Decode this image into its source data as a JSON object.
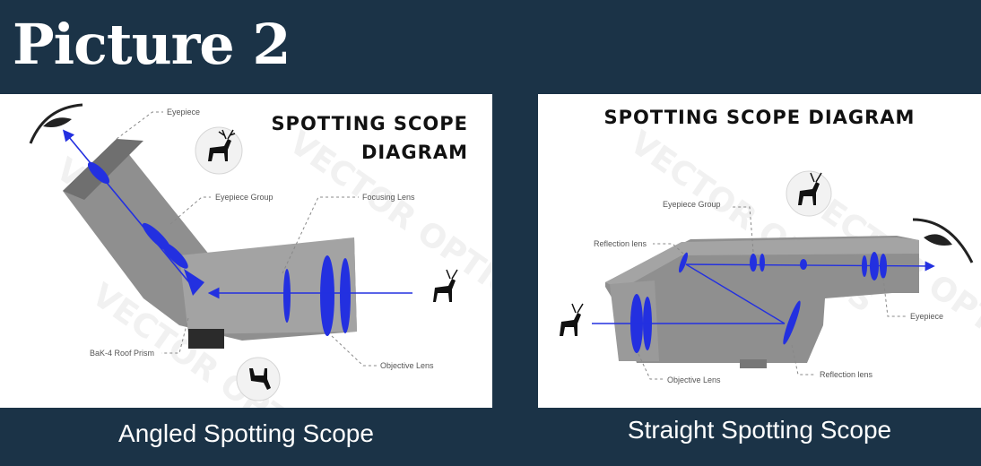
{
  "heading": "Picture 2",
  "left_panel": {
    "title_line1": "SPOTTING SCOPE",
    "title_line2": "DIAGRAM",
    "caption": "Angled Spotting Scope",
    "callouts": {
      "eyepiece": "Eyepiece",
      "eyepiece_group": "Eyepiece Group",
      "focusing_lens": "Focusing Lens",
      "prism": "BaK-4 Roof Prism",
      "objective": "Objective Lens"
    },
    "watermark": "VECTOR OPTICS"
  },
  "right_panel": {
    "title": "SPOTTING SCOPE DIAGRAM",
    "caption": "Straight Spotting Scope",
    "callouts": {
      "eyepiece_group": "Eyepiece Group",
      "reflection_top": "Reflection lens",
      "eyepiece": "Eyepiece",
      "reflection_bottom": "Reflection lens",
      "objective": "Objective Lens"
    },
    "watermark": "VECTOR OPTICS"
  },
  "colors": {
    "background": "#1b3347",
    "lens_blue": "#2330e0",
    "scope_gray": "#8f8f8f"
  }
}
